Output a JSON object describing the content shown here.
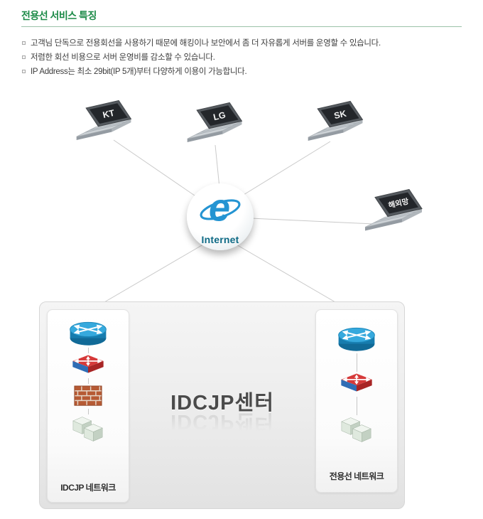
{
  "page": {
    "title": "전용선 서비스 특징"
  },
  "bullets": [
    "고객님 단독으로 전용회선을 사용하기 때문에 해킹이나 보안에서 좀 더 자유롭게 서버를 운영할 수 있습니다.",
    "저렴한 회선 비용으로 서버 운영비를 감소할 수 있습니다.",
    "IP Address는 최소 29bit(IP 5개)부터 다양하게 이용이 가능합니다."
  ],
  "diagram": {
    "internet": {
      "label": "Internet",
      "icon": "internet-explorer-e-icon"
    },
    "nodes": [
      {
        "label": "KT",
        "icon": "laptop-icon"
      },
      {
        "label": "LG",
        "icon": "laptop-icon"
      },
      {
        "label": "SK",
        "icon": "laptop-icon"
      },
      {
        "label": "해외망",
        "icon": "laptop-icon"
      }
    ],
    "idc_box": {
      "title": "IDCJP센터",
      "left_panel": {
        "label": "IDCJP 네트워크",
        "devices": [
          "router-icon",
          "switch-icon",
          "firewall-icon",
          "server-icon"
        ]
      },
      "right_panel": {
        "label": "전용선 네트워크",
        "devices": [
          "router-icon",
          "switch-icon",
          "server-icon"
        ]
      }
    },
    "colors": {
      "accent_green": "#1b8a47",
      "internet_text": "#0e6a85",
      "connector_line": "#c9c9c9"
    }
  }
}
